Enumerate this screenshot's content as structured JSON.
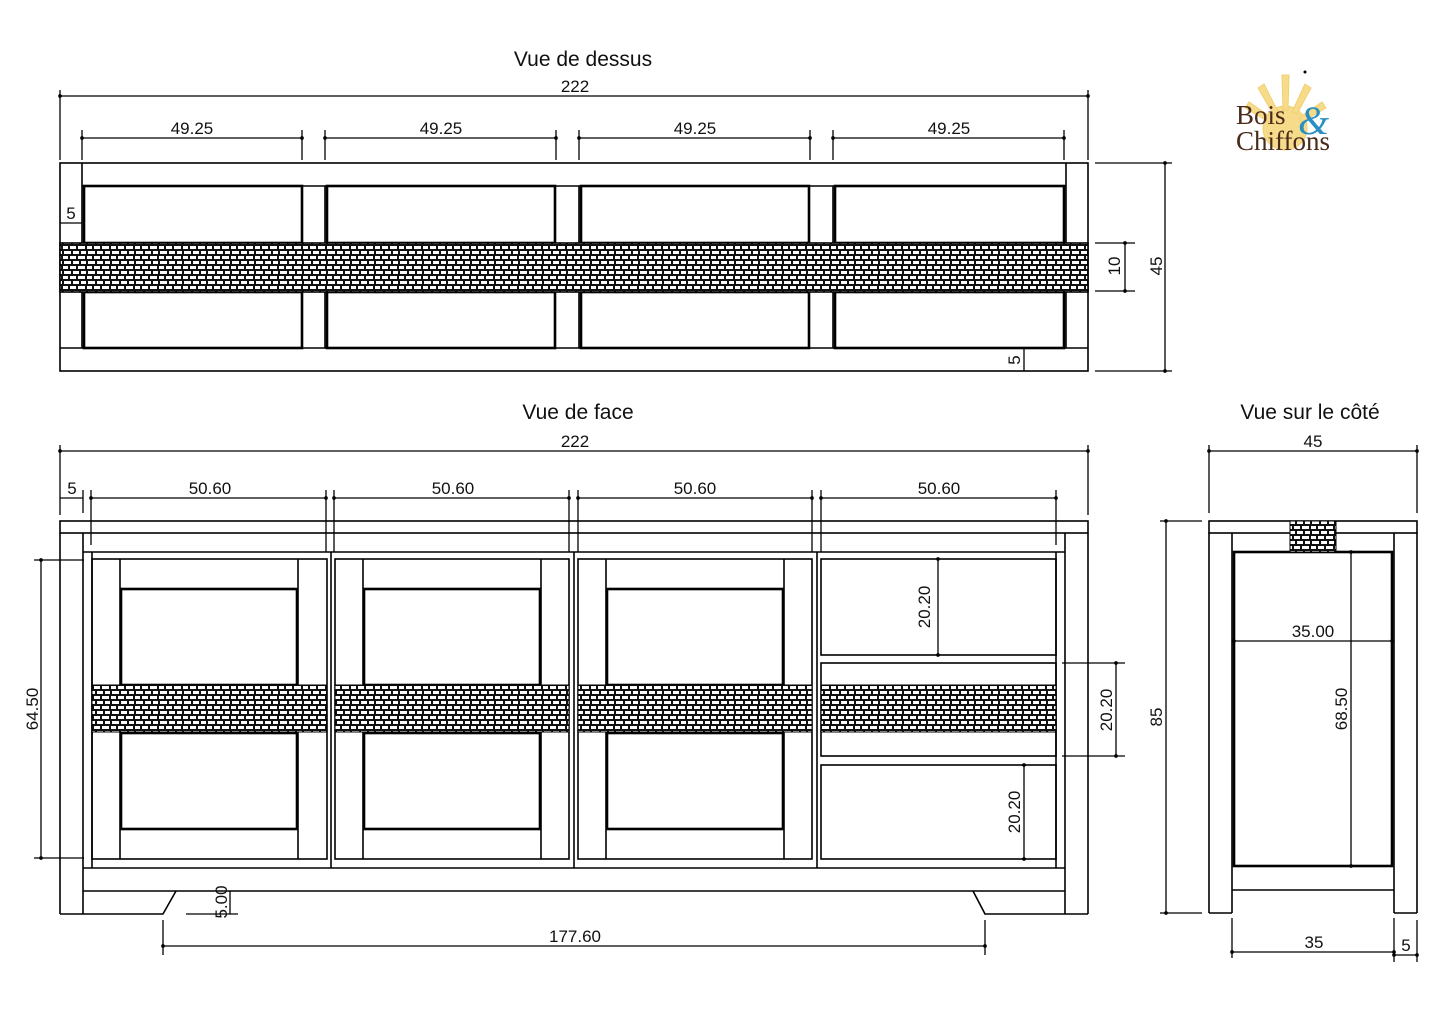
{
  "logo": {
    "line1": "Bois",
    "ampersand": "&",
    "line2": "Chiffons",
    "colors": {
      "text": "#4a2a1a",
      "ampersand": "#2b8fc4",
      "sun": "#f6dc8a"
    }
  },
  "top_view": {
    "title": "Vue de dessus",
    "overall_width": "222",
    "module_widths": [
      "49.25",
      "49.25",
      "49.25",
      "49.25"
    ],
    "side_offset": "5",
    "band_height": "10",
    "depth": "45",
    "bottom_offset": "5"
  },
  "front_view": {
    "title": "Vue de face",
    "overall_width": "222",
    "side_offset": "5",
    "module_widths": [
      "50.60",
      "50.60",
      "50.60",
      "50.60"
    ],
    "inner_height": "64.50",
    "drawer_heights": [
      "20.20",
      "20.20",
      "20.20"
    ],
    "plinth_height": "5.00",
    "plinth_width": "177.60"
  },
  "side_view": {
    "title": "Vue sur le côté",
    "overall_depth": "45",
    "overall_height": "85",
    "inner_width": "35.00",
    "inner_height": "68.50",
    "bottom_inner": "35",
    "bottom_side": "5"
  }
}
